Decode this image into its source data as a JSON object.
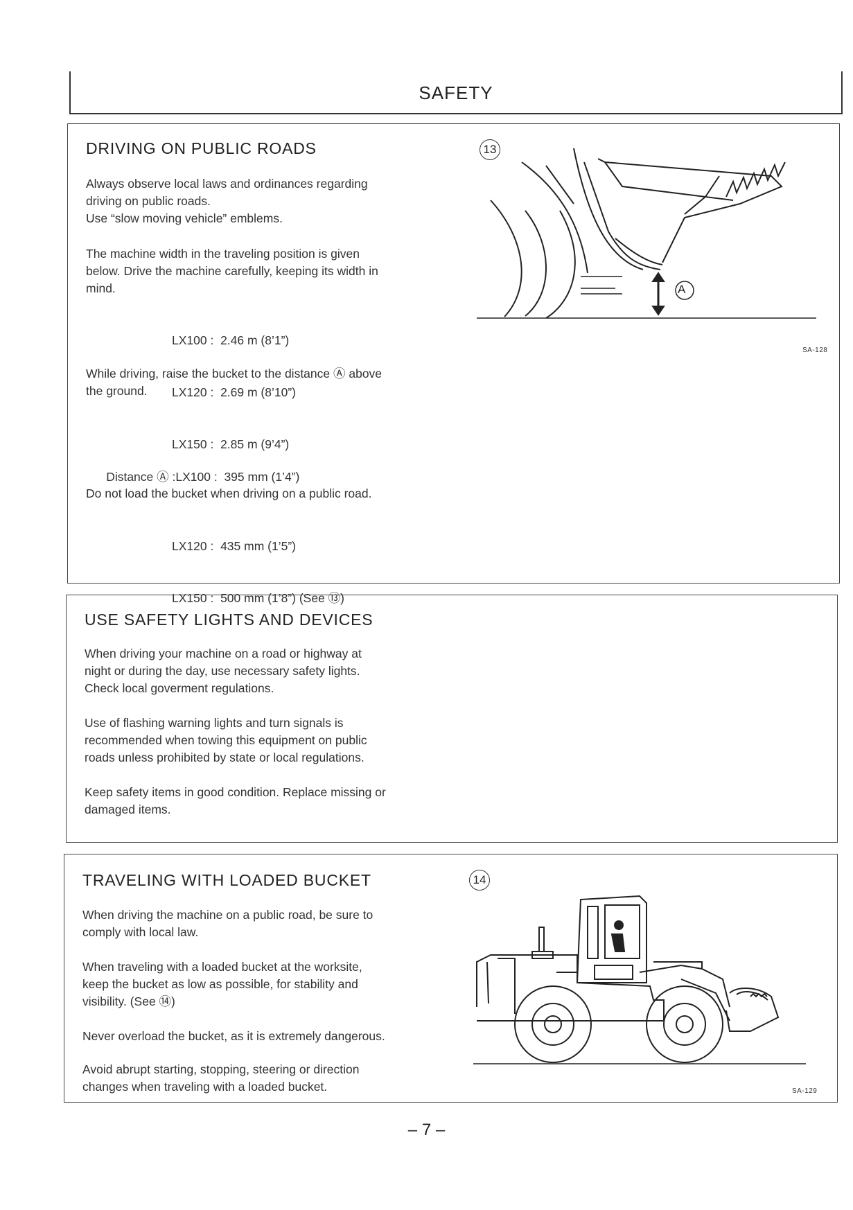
{
  "header": {
    "title": "SAFETY"
  },
  "section1": {
    "title": "DRIVING ON PUBLIC ROADS",
    "para1": [
      "Always observe local laws and ordinances regarding",
      "driving on public roads.",
      "Use “slow moving vehicle” emblems."
    ],
    "para2": [
      "The machine width in the traveling position is given",
      "below. Drive the machine carefully, keeping its width in",
      "mind."
    ],
    "widths": [
      {
        "model": "LX100 :",
        "value": "2.46 m (8’1”)"
      },
      {
        "model": "LX120 :",
        "value": "2.69 m (8’10”)"
      },
      {
        "model": "LX150 :",
        "value": "2.85 m (9’4”)"
      }
    ],
    "para3": [
      "While driving, raise the bucket to the distance Ⓐ above",
      "the ground."
    ],
    "distance_label": "Distance Ⓐ :",
    "distances": [
      {
        "model": "LX100 :",
        "value": "395 mm (1’4”)"
      },
      {
        "model": "LX120 :",
        "value": "435 mm (1’5”)"
      },
      {
        "model": "LX150 :",
        "value": "500 mm (1’8”) (See ⑬)"
      }
    ],
    "para4": "Do not load the bucket when driving on a public road.",
    "figure_number": "13",
    "figure_label_a": "A",
    "figure_code": "SA-128"
  },
  "section2": {
    "title": "USE SAFETY LIGHTS AND DEVICES",
    "para1": [
      "When driving your machine on a road or highway at",
      "night or during the day, use necessary safety lights.",
      "Check local goverment regulations."
    ],
    "para2": [
      "Use of flashing warning lights and turn signals is",
      "recommended when towing this equipment on public",
      "roads unless prohibited by state or local regulations."
    ],
    "para3": [
      "Keep safety items in good condition. Replace missing or",
      "damaged items."
    ]
  },
  "section3": {
    "title": "TRAVELING WITH LOADED BUCKET",
    "para1": [
      "When driving the machine on a public road, be sure to",
      "comply with local law."
    ],
    "para2": [
      "When traveling with a loaded bucket at the worksite,",
      "keep the bucket as low as possible, for stability and",
      "visibility. (See ⑭)"
    ],
    "para3": "Never overload the bucket, as it is extremely dangerous.",
    "para4": [
      "Avoid abrupt starting, stopping, steering or direction",
      "changes when traveling with a loaded bucket."
    ],
    "figure_number": "14",
    "figure_code": "SA-129"
  },
  "footer": {
    "page_number": "– 7 –"
  }
}
